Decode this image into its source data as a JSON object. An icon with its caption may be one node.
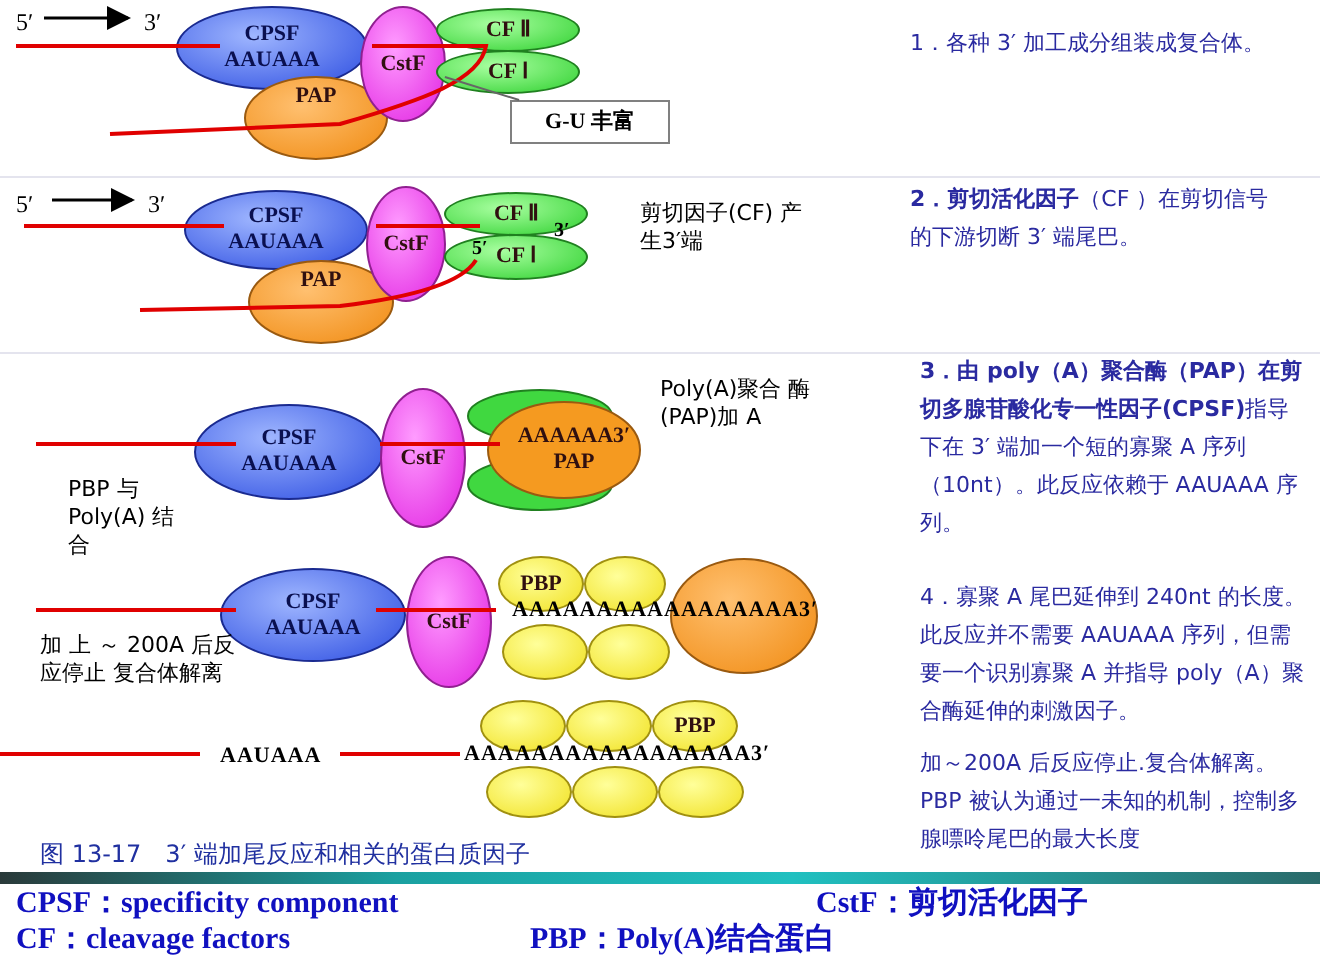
{
  "diagram": {
    "caption": "图 13-17　3′ 端加尾反应和相关的蛋白质因子",
    "nodes": [
      {
        "text": [
          "CPSF",
          "AAUAAA"
        ]
      },
      {
        "text": [
          "PAP"
        ]
      },
      {
        "text": [
          "CstF"
        ]
      },
      {
        "text": [
          "CF Ⅱ"
        ]
      },
      {
        "text": [
          "CF Ⅰ"
        ]
      },
      {
        "text": [
          "G-U 丰富"
        ]
      },
      {
        "text": [
          "CPSF",
          "AAUAAA"
        ]
      },
      {
        "text": [
          "PAP"
        ]
      },
      {
        "text": [
          "CstF"
        ]
      },
      {
        "text": [
          "CF Ⅱ"
        ]
      },
      {
        "text": [
          "CF Ⅰ"
        ]
      },
      {
        "text": [
          "CPSF",
          "AAUAAA"
        ]
      },
      {
        "text": [
          "CstF"
        ]
      },
      {
        "text": [
          "AAAAAA3′",
          "PAP"
        ]
      },
      {
        "text": [
          "CPSF",
          "AAUAAA"
        ]
      },
      {
        "text": [
          "CstF"
        ]
      },
      {
        "text": [
          "PBP"
        ]
      },
      {
        "text": [],
        "shape": "ellipse"
      },
      {
        "text": [],
        "shape": "ellipse"
      },
      {
        "text": [],
        "shape": "ellipse"
      },
      {
        "text": [],
        "shape": "ellipse"
      },
      {
        "text": [],
        "shape": "ellipse"
      },
      {
        "text": [],
        "shape": "ellipse"
      },
      {
        "text": [
          "PBP"
        ]
      },
      {
        "text": [],
        "shape": "ellipse"
      },
      {
        "text": [],
        "shape": "ellipse"
      },
      {
        "text": [],
        "shape": "ellipse"
      }
    ],
    "edges": [
      {
        "from": 5,
        "to": 2,
        "arrow": "none"
      }
    ],
    "labels": [
      "5′",
      "3′",
      "1．各种 3′ 加工成分组装成复合体。",
      "5′",
      "3′",
      "剪切因子(CF) 产生3′端",
      "3′",
      "5′",
      "**2．剪切活化因子**（CF ）在剪切信号的下游切断 3′ 端尾巴。",
      "Poly(A)聚合 酶(PAP)加 A",
      "**3．由 poly（A）聚合酶（PAP）在剪切多腺苷酸化专一性因子(CPSF)**指导下在 3′ 端加一个短的寡聚 A 序列（10nt）。此反应依赖于 AAUAAA 序列。",
      "PBP 与 Poly(A) 结合",
      "AAAAAAAAAAAAAAAAA3′",
      "4．寡聚 A 尾巴延伸到 240nt 的长度。此反应并不需要 AAUAAA 序列，但需要一个识别寡聚 A 并指导 poly（A）聚合酶延伸的刺激因子。",
      "加 上 ～ 200A 后反应停止 复合体解离",
      "AAUAAA",
      "AAAAAAAAAAAAAAAAA3′",
      "加～200A 后反应停止.复合体解离。PBP 被认为通过一未知的机制，控制多腺嘌呤尾巴的最大长度",
      "CPSF：specificity component",
      "CstF：剪切活化因子",
      "CF：cleavage factors",
      "PBP：Poly(A)结合蛋白"
    ]
  }
}
